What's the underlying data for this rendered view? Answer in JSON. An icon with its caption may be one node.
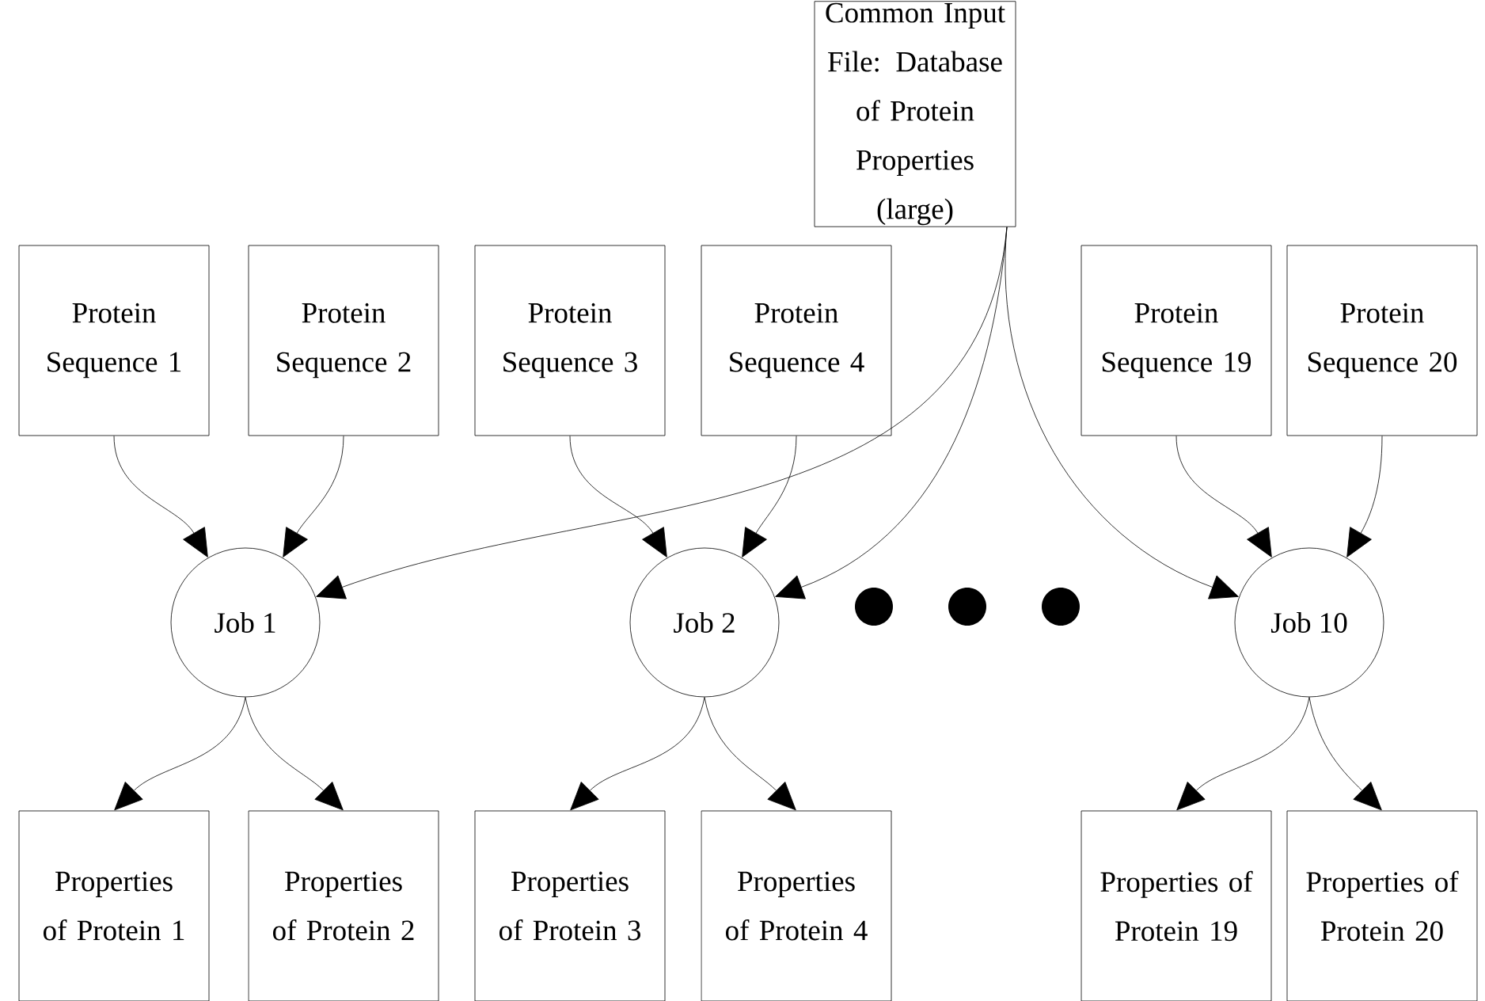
{
  "diagram": {
    "nodes": [
      {
        "text": [
          "Common Input File: Database of Protein Properties (large)"
        ]
      },
      {
        "text": [
          "Protein Sequence 1"
        ]
      },
      {
        "text": [
          "Protein Sequence 2"
        ]
      },
      {
        "text": [
          "Protein Sequence 3"
        ]
      },
      {
        "text": [
          "Protein Sequence 4"
        ]
      },
      {
        "text": [
          "Protein Sequence 19"
        ]
      },
      {
        "text": [
          "Protein Sequence 20"
        ]
      },
      {
        "text": [
          "Job 1"
        ]
      },
      {
        "text": [
          "Job 2"
        ]
      },
      {
        "text": [
          "Job 10"
        ]
      },
      {
        "text": [
          "Properties of Protein 1"
        ]
      },
      {
        "text": [
          "Properties of Protein 2"
        ]
      },
      {
        "text": [
          "Properties of Protein 3"
        ]
      },
      {
        "text": [
          "Properties of Protein 4"
        ]
      },
      {
        "text": [
          "Properties of Protein 19"
        ]
      },
      {
        "text": [
          "Properties of Protein 20"
        ]
      }
    ],
    "edges": [
      {
        "from": 1,
        "to": 7,
        "arrow": "to"
      },
      {
        "from": 2,
        "to": 7,
        "arrow": "to"
      },
      {
        "from": 0,
        "to": 7,
        "arrow": "to"
      },
      {
        "from": 3,
        "to": 8,
        "arrow": "to"
      },
      {
        "from": 4,
        "to": 8,
        "arrow": "to"
      },
      {
        "from": 0,
        "to": 8,
        "arrow": "to"
      },
      {
        "from": 5,
        "to": 9,
        "arrow": "to"
      },
      {
        "from": 6,
        "to": 9,
        "arrow": "to"
      },
      {
        "from": 0,
        "to": 9,
        "arrow": "to"
      },
      {
        "from": 7,
        "to": 10,
        "arrow": "to"
      },
      {
        "from": 7,
        "to": 11,
        "arrow": "to"
      },
      {
        "from": 8,
        "to": 12,
        "arrow": "to"
      },
      {
        "from": 8,
        "to": 13,
        "arrow": "to"
      },
      {
        "from": 9,
        "to": 14,
        "arrow": "to"
      },
      {
        "from": 9,
        "to": 15,
        "arrow": "to"
      }
    ]
  }
}
